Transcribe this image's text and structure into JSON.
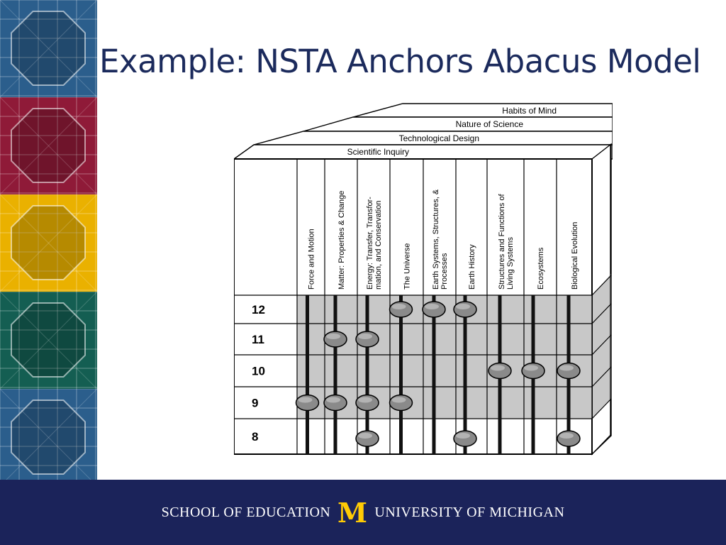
{
  "slide": {
    "title": "Example: NSTA Anchors Abacus Model"
  },
  "sidebar": {
    "bands": [
      {
        "name": "blue",
        "color": "#2b5e8c"
      },
      {
        "name": "crimson",
        "color": "#8f1a38"
      },
      {
        "name": "gold",
        "color": "#eab100"
      },
      {
        "name": "green",
        "color": "#145e52"
      },
      {
        "name": "blue",
        "color": "#2b5e8c"
      }
    ]
  },
  "diagram": {
    "layers": [
      "Habits of Mind",
      "Nature of Science",
      "Technological Design",
      "Scientific Inquiry"
    ],
    "columns": [
      [
        "Force and Motion"
      ],
      [
        "Matter: Properties & Change"
      ],
      [
        "Energy: Transfer, Transfor-",
        "mation, and Conservation"
      ],
      [
        "The Universe"
      ],
      [
        "Earth Systems, Structures, &",
        "Processes"
      ],
      [
        "Earth History"
      ],
      [
        "Structures and Functions of",
        "Living Systems"
      ],
      [
        "Ecosystems"
      ],
      [
        "Biological Evolution"
      ]
    ],
    "grades": [
      "12",
      "11",
      "10",
      "9",
      "8"
    ],
    "shaded_grades": [
      "12",
      "11",
      "10",
      "9"
    ],
    "beads": [
      {
        "column": 0,
        "grade": "9"
      },
      {
        "column": 1,
        "grade": "11"
      },
      {
        "column": 1,
        "grade": "9"
      },
      {
        "column": 2,
        "grade": "11"
      },
      {
        "column": 2,
        "grade": "9"
      },
      {
        "column": 2,
        "grade": "8"
      },
      {
        "column": 3,
        "grade": "12"
      },
      {
        "column": 3,
        "grade": "9"
      },
      {
        "column": 4,
        "grade": "12"
      },
      {
        "column": 5,
        "grade": "12"
      },
      {
        "column": 5,
        "grade": "8"
      },
      {
        "column": 6,
        "grade": "10"
      },
      {
        "column": 7,
        "grade": "10"
      },
      {
        "column": 8,
        "grade": "10"
      },
      {
        "column": 8,
        "grade": "8"
      }
    ],
    "colors": {
      "shade": "#c8c8c8",
      "rod": "#111111",
      "bead": "#8a8a8a",
      "line": "#000000"
    }
  },
  "footer": {
    "left_text": "SCHOOL OF EDUCATION",
    "logo_letter": "M",
    "right_text": "UNIVERSITY OF MICHIGAN",
    "logo_color": "#ffcb05",
    "bg_color": "#1b235a"
  }
}
